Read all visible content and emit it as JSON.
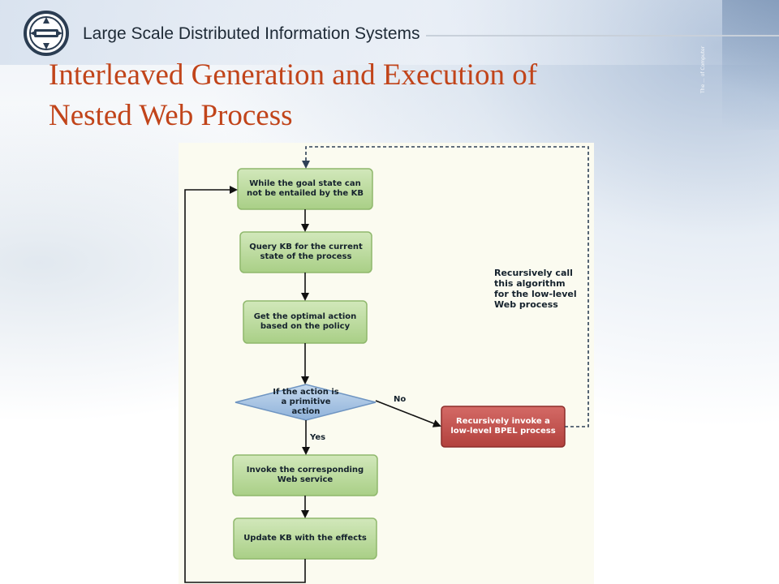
{
  "header": {
    "course": "Large Scale Distributed Information Systems",
    "logo_icon": "lsdis-logo-icon"
  },
  "title": {
    "line1": "Interleaved Generation and Execution of",
    "line2": "Nested Web Process"
  },
  "corner": {
    "text": "The ... of Computer Science ... Any ... TECH ... Web Services"
  },
  "diagram": {
    "nodes": {
      "while_goal": "While the goal state can\nnot be entailed by the KB",
      "query_kb": "Query KB for the current\nstate of the process",
      "get_action": "Get the optimal action\nbased on the policy",
      "decision": "If the action is\na primitive\naction",
      "invoke_ws": "Invoke the corresponding\nWeb service",
      "update_kb": "Update KB with the effects",
      "recursive": "Recursively invoke a\nlow-level BPEL process"
    },
    "edge_labels": {
      "no": "No",
      "yes": "Yes"
    },
    "note": "Recursively call\nthis algorithm\nfor the low-level\nWeb process",
    "colors": {
      "process_fill": "#b9d99a",
      "process_stroke": "#8fb86c",
      "decision_fill": "#9fbfe0",
      "decision_stroke": "#6f95c2",
      "recursive_fill": "#c0504d",
      "recursive_stroke": "#8c2d2a",
      "background": "#fbfbf0",
      "title_color": "#c1441a"
    }
  }
}
